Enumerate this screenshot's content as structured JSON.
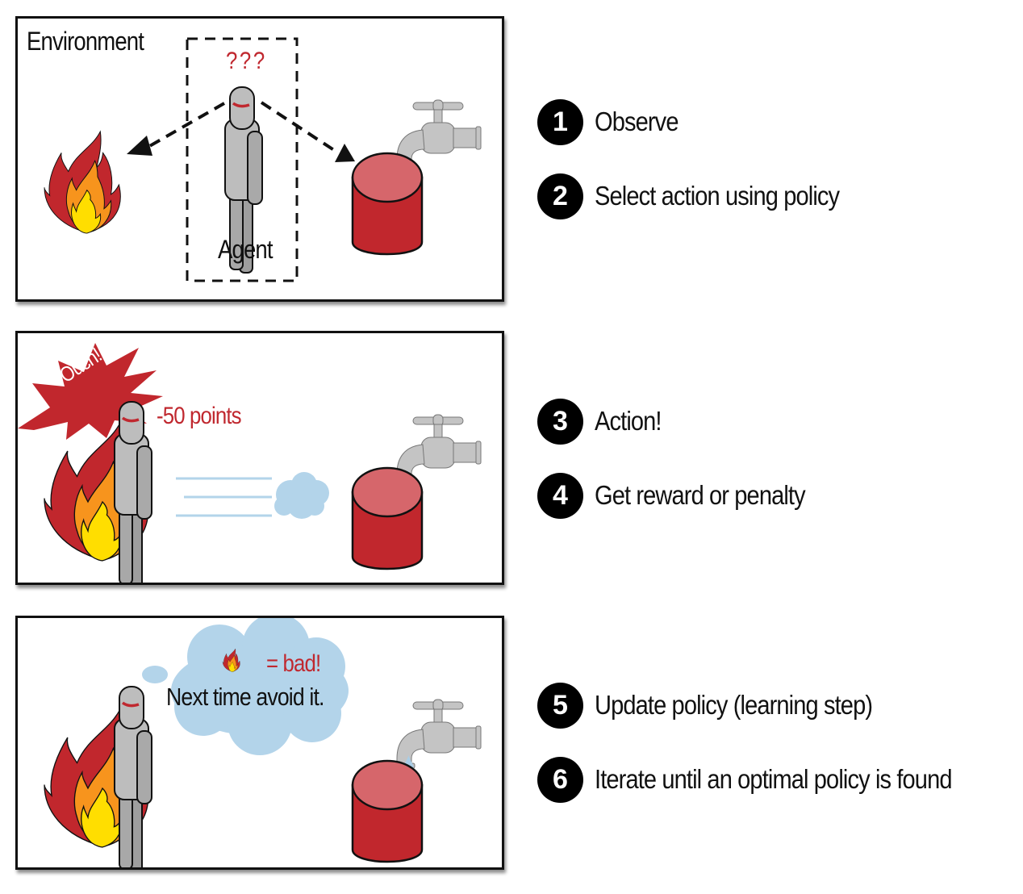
{
  "panels": [
    {
      "id": "observe-panel",
      "title": "Environment",
      "agent_label": "Agent",
      "thought": "???"
    },
    {
      "id": "action-panel",
      "exclamation": "Ouch!",
      "reward": "-50 points"
    },
    {
      "id": "learn-panel",
      "bad_text": "= bad!",
      "lesson": "Next time avoid it."
    }
  ],
  "steps": [
    {
      "number": "1",
      "label": "Observe"
    },
    {
      "number": "2",
      "label": "Select action using policy"
    },
    {
      "number": "3",
      "label": "Action!"
    },
    {
      "number": "4",
      "label": "Get reward or penalty"
    },
    {
      "number": "5",
      "label": "Update policy (learning step)"
    },
    {
      "number": "6",
      "label": "Iterate until an optimal policy is found"
    }
  ],
  "colors": {
    "flame_outer": "#c1272d",
    "flame_middle": "#f7941d",
    "flame_inner": "#ffde00",
    "agent_gray": "#bdbdbd",
    "accent_red": "#c0282f",
    "water_blue": "#b3d4ea",
    "bucket_red": "#c1272d",
    "bucket_top": "#d6666b"
  }
}
